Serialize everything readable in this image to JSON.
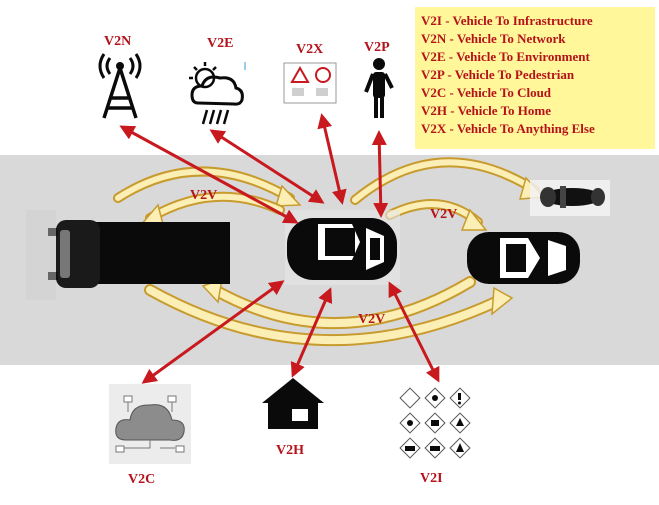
{
  "legend": {
    "items": [
      "V2I - Vehicle To Infrastructure",
      "V2N - Vehicle To Network",
      "V2E - Vehicle To Environment",
      "V2P - Vehicle To Pedestrian",
      "V2C - Vehicle To Cloud",
      "V2H - Vehicle To Home",
      "V2X - Vehicle To Anything Else"
    ]
  },
  "labels": {
    "v2n": "V2N",
    "v2e": "V2E",
    "v2x": "V2X",
    "v2p": "V2P",
    "v2v_left": "V2V",
    "v2v_right": "V2V",
    "v2v_bottom": "V2V",
    "v2c": "V2C",
    "v2h": "V2H",
    "v2i": "V2I"
  },
  "colors": {
    "label_text": "#b5121b",
    "legend_bg": "#fff799",
    "road": "#d9d9d9",
    "connection_arrow": "#c8191e",
    "v2v_arrow_fill": "#fbefb6",
    "v2v_arrow_stroke": "#c89b2e",
    "vehicle": "#0a0a0a"
  },
  "icons": [
    "antenna-tower-icon",
    "weather-icon",
    "road-signs-icon",
    "pedestrian-icon",
    "cloud-circuit-icon",
    "home-icon",
    "traffic-signs-icon",
    "truck-icon",
    "car-icon",
    "motorcycle-icon"
  ]
}
